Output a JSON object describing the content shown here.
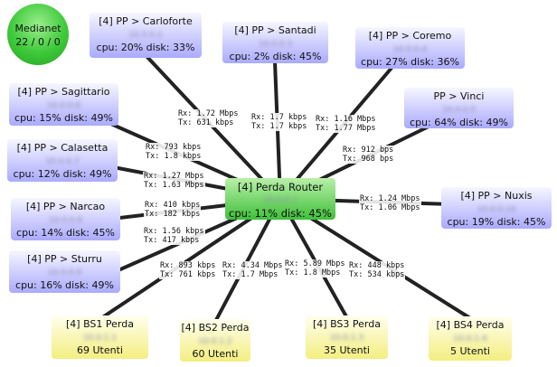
{
  "badge": {
    "name": "Medianet",
    "counts": "22 / 0 / 0"
  },
  "colors": {
    "link": "#222222",
    "pp": "#aaaaff",
    "router": "#3fc03a",
    "bs": "#f3ee80"
  },
  "router": {
    "name": "[4] Perda Router",
    "ip": "10.0.0.1",
    "stat": "cpu: 11% disk: 45%"
  },
  "nodes": {
    "carloforte": {
      "name": "[4] PP > Carloforte",
      "ip": "10.0.0.2",
      "stat": "cpu: 20% disk: 33%"
    },
    "santadi": {
      "name": "[4] PP > Santadi",
      "ip": "10.0.0.3",
      "stat": "cpu: 2% disk: 45%"
    },
    "coremo": {
      "name": "[4] PP > Coremo",
      "ip": "10.0.0.4",
      "stat": "cpu: 27% disk: 36%"
    },
    "vinci": {
      "name": "PP > Vinci",
      "ip": "10.0.0.5",
      "stat": "cpu: 64% disk: 49%"
    },
    "sagittario": {
      "name": "[4] PP > Sagittario",
      "ip": "10.0.0.6",
      "stat": "cpu: 15% disk: 49%"
    },
    "calasetta": {
      "name": "[4] PP > Calasetta",
      "ip": "10.0.0.7",
      "stat": "cpu: 12% disk: 49%"
    },
    "narcao": {
      "name": "[4] PP > Narcao",
      "ip": "10.0.0.8",
      "stat": "cpu: 14% disk: 45%"
    },
    "sturru": {
      "name": "[4] PP > Sturru",
      "ip": "10.0.0.9",
      "stat": "cpu: 16% disk: 49%"
    },
    "nuxis": {
      "name": "[4] PP > Nuxis",
      "ip": "10.0.0.10",
      "stat": "cpu: 19% disk: 45%"
    },
    "bs1": {
      "name": "[4] BS1 Perda",
      "ip": "10.0.1.1",
      "stat": "69 Utenti"
    },
    "bs2": {
      "name": "[4] BS2 Perda",
      "ip": "10.0.1.2",
      "stat": "60 Utenti"
    },
    "bs3": {
      "name": "[4] BS3 Perda",
      "ip": "10.0.1.3",
      "stat": "35 Utenti"
    },
    "bs4": {
      "name": "[4] BS4 Perda",
      "ip": "10.0.1.4",
      "stat": "5 Utenti"
    }
  },
  "traffic": {
    "carloforte": {
      "rx": "Rx: 1.72 Mbps",
      "tx": "Tx: 631 kbps"
    },
    "santadi": {
      "rx": "Rx: 1.7 kbps",
      "tx": "Tx: 1.7 kbps"
    },
    "coremo": {
      "rx": "Rx: 1.16 Mbps",
      "tx": "Tx: 1.77 Mbps"
    },
    "vinci": {
      "rx": "Rx: 912 bps",
      "tx": "Tx: 968 bps"
    },
    "sagittario": {
      "rx": "Rx: 793 kbps",
      "tx": "Tx: 1.8 kbps"
    },
    "calasetta": {
      "rx": "Rx: 1.27 Mbps",
      "tx": "Tx: 1.63 Mbps"
    },
    "narcao": {
      "rx": "Rx: 410 kbps",
      "tx": "Tx: 182 kbps"
    },
    "sturru": {
      "rx": "Rx: 1.56 kbps",
      "tx": "Tx: 417 kbps"
    },
    "nuxis": {
      "rx": "Rx: 1.24 Mbps",
      "tx": "Tx: 1.06 Mbps"
    },
    "bs1": {
      "rx": "Rx: 893 kbps",
      "tx": "Tx: 761 kbps"
    },
    "bs2": {
      "rx": "Rx: 4.34 Mbps",
      "tx": "Tx: 1.7 Mbps"
    },
    "bs3": {
      "rx": "Rx: 5.89 Mbps",
      "tx": "Tx: 1.8 Mbps"
    },
    "bs4": {
      "rx": "Rx: 448 kbps",
      "tx": "Tx: 534 kbps"
    }
  }
}
